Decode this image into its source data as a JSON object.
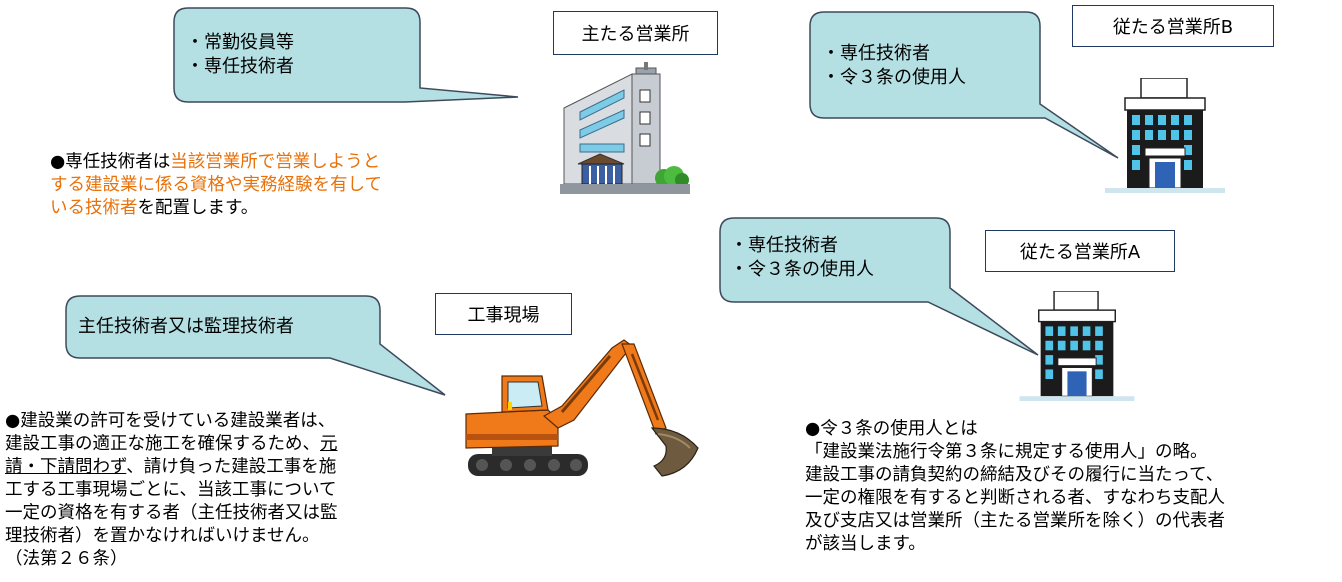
{
  "bubbles": {
    "main_office": {
      "lines": [
        "・常勤役員等",
        "・専任技術者"
      ]
    },
    "branch_b": {
      "lines": [
        "・専任技術者",
        "・令３条の使用人"
      ]
    },
    "branch_a": {
      "lines": [
        "・専任技術者",
        "・令３条の使用人"
      ]
    },
    "site": {
      "text": "主任技術者又は監理技術者"
    }
  },
  "labels": {
    "main_office": "主たる営業所",
    "branch_b": "従たる営業所B",
    "branch_a": "従たる営業所A",
    "site": "工事現場"
  },
  "texts": {
    "engineer_note": {
      "prefix": "●専任技術者は",
      "orange1": "当該営業所で営業しようと",
      "orange2": "する建設業に係る資格や実務経験を有して",
      "orange3": "いる技術者",
      "suffix": "を配置します。"
    },
    "site_note": {
      "line1": "●建設業の許可を受けている建設業者は、",
      "line2a": "建設工事の適正な施工を確保するため、",
      "line2b": "元",
      "line3a": "請・下請問わず",
      "line3b": "、請け負った建設工事を施",
      "line4": "工する工事現場ごとに、当該工事について",
      "line5": "一定の資格を有する者（主任技術者又は監",
      "line6": "理技術者）を置かなければいけません。",
      "line7": "（法第２６条）"
    },
    "rei3_note": {
      "line1": "●令３条の使用人とは",
      "line2": "「建設業法施行令第３条に規定する使用人」の略。",
      "line3": "建設工事の請負契約の締結及びその履行に当たって、",
      "line4": "一定の権限を有すると判断される者、すなわち支配人",
      "line5": "及び支店又は営業所（主たる営業所を除く）の代表者",
      "line6": "が該当します。"
    }
  },
  "colors": {
    "bubble_fill": "#b4dfe3",
    "bubble_stroke": "#3d4a5c",
    "label_border": "#1f3864",
    "highlight": "#e8710a",
    "excavator": "#f07a1a"
  },
  "icons": [
    "office-building-icon",
    "branch-building-icon",
    "excavator-icon"
  ]
}
